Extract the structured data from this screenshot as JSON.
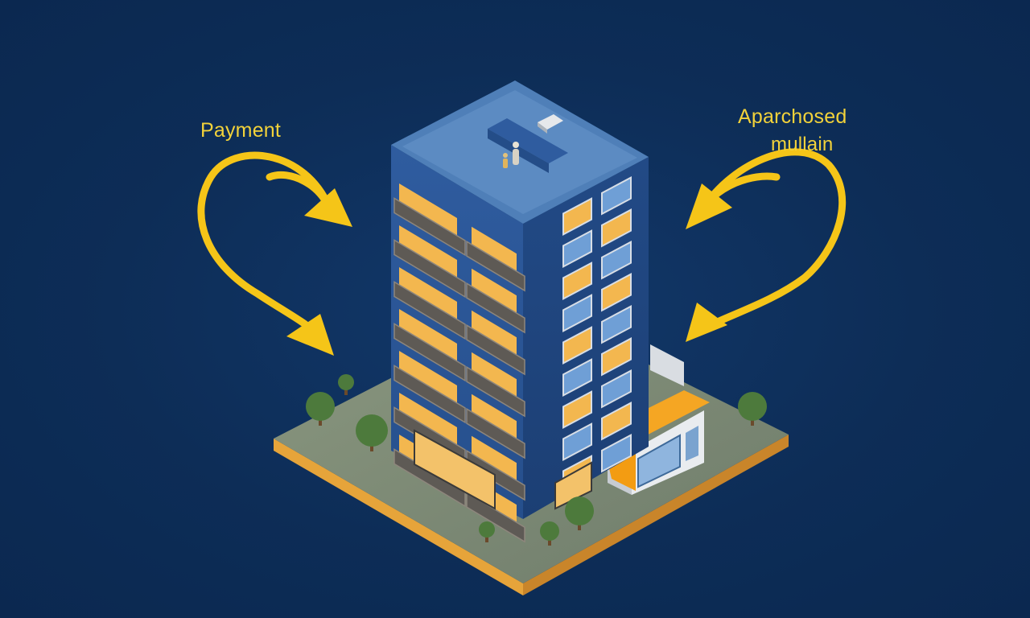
{
  "labels": {
    "left": "Payment",
    "right_line1": "Aparchosed",
    "right_line2": "mullain"
  },
  "colors": {
    "background": "#0d2d57",
    "arrow": "#f5c518",
    "label_text": "#f2d23a",
    "building_front": "#2a5596",
    "building_side": "#1e4680",
    "roof": "#4f7fb8",
    "window_lit": "#f3b74f",
    "ground": "#7c8a76",
    "ground_edge": "#e6a43a",
    "shop_awning": "#f5a623",
    "tree": "#4d7a3c"
  },
  "icons": {
    "arrows": "curved-arrow-icon",
    "building": "apartment-building-icon",
    "shop": "storefront-icon",
    "car": "car-icon",
    "people": "person-icon",
    "trees": "tree-icon"
  }
}
